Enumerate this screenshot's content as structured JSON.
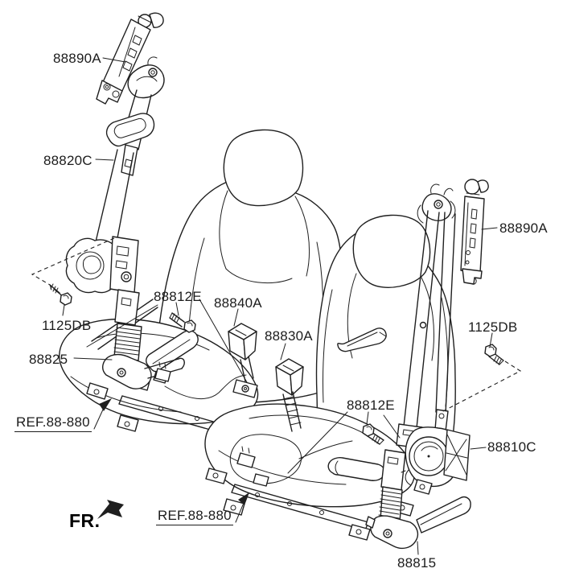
{
  "figure": {
    "background_color": "#ffffff",
    "line_color": "#1f1f1f",
    "label_color": "#1c1c1c"
  },
  "labels": [
    {
      "id": "88890A-left",
      "text": "88890A"
    },
    {
      "id": "88820C",
      "text": "88820C"
    },
    {
      "id": "88890A-right",
      "text": "88890A"
    },
    {
      "id": "1125DB-left",
      "text": "1125DB"
    },
    {
      "id": "88812E-left",
      "text": "88812E"
    },
    {
      "id": "88840A",
      "text": "88840A"
    },
    {
      "id": "88830A",
      "text": "88830A"
    },
    {
      "id": "1125DB-right",
      "text": "1125DB"
    },
    {
      "id": "88825",
      "text": "88825"
    },
    {
      "id": "88812E-right",
      "text": "88812E"
    },
    {
      "id": "88810C",
      "text": "88810C"
    },
    {
      "id": "88815",
      "text": "88815"
    }
  ],
  "refs": [
    {
      "id": "ref-left",
      "text": "REF.88-880"
    },
    {
      "id": "ref-bottom",
      "text": "REF.88-880"
    }
  ],
  "fr_indicator": {
    "text": "FR."
  }
}
